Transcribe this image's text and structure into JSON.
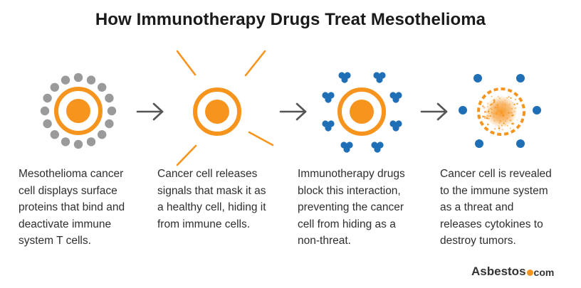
{
  "title": "How Immunotherapy Drugs Treat Mesothelioma",
  "steps": [
    {
      "text": "Mesothelioma cancer\ncell displays surface\nproteins that bind and\ndeactivate immune\nsystem T cells."
    },
    {
      "text": "Cancer cell releases\nsignals that mask it as\na healthy cell, hiding it\nfrom immune cells."
    },
    {
      "text": "Immunotherapy drugs\nblock this interaction,\npreventing the cancer\ncell from hiding as a\nnon-threat."
    },
    {
      "text": "Cancer cell is revealed\nto the immune system\nas a threat and\nreleases cytokines to\ndestroy tumors."
    }
  ],
  "brand": {
    "name": "Asbestos",
    "suffix": "com"
  },
  "colors": {
    "orange": "#f7941d",
    "gray_protein": "#9a9a9a",
    "blue_drug": "#1f6fb7",
    "arrow": "#555555",
    "text": "#2f2f2f"
  },
  "icons": [
    "cell-with-proteins",
    "signal-rays",
    "drug-molecules",
    "immune-cells",
    "arrow-right"
  ]
}
